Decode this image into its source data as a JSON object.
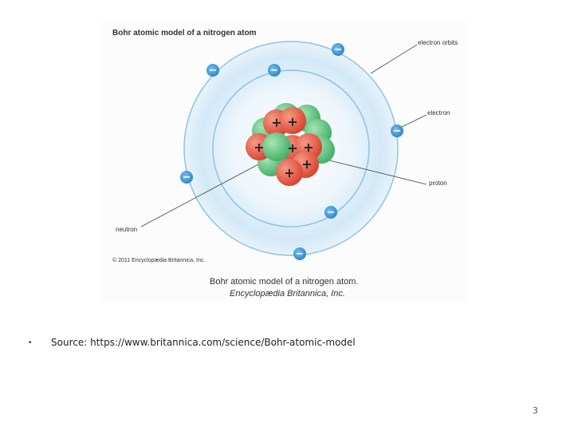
{
  "figure": {
    "title": "Bohr atomic model of a nitrogen atom",
    "labels": {
      "electron_orbits": "electron orbits",
      "electron": "electron",
      "proton": "proton",
      "neutron": "neutron"
    },
    "copyright": "© 2011 Encyclopædia Britannica, Inc.",
    "caption_line1": "Bohr atomic model of a nitrogen atom.",
    "caption_line2": "Encyclopædia Britannica, Inc.",
    "proton_sign": "+",
    "electron_sign": "−",
    "colors": {
      "proton": "#e4533f",
      "neutron": "#5cc07a",
      "electron": "#2d8fd5",
      "orbit": "#9ccbea",
      "glow": "#d9ecf8"
    }
  },
  "bullet": "•",
  "source_text": "Source: https://www.britannica.com/science/Bohr-atomic-model",
  "page_number": "3"
}
